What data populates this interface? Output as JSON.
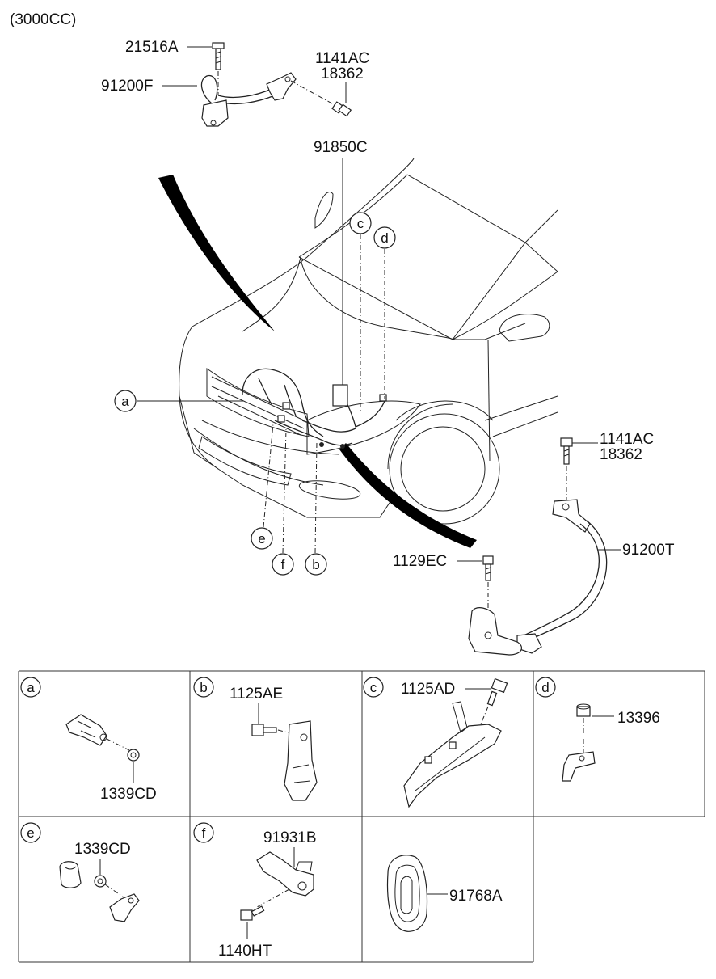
{
  "header": {
    "engine": "(3000CC)"
  },
  "callouts": {
    "p21516A": "21516A",
    "p91200F": "91200F",
    "p1141AC_top": "1141AC",
    "p18362_top": "18362",
    "p91850C": "91850C",
    "p1141AC_right": "1141AC",
    "p18362_right": "18362",
    "p91200T": "91200T",
    "p1129EC": "1129EC"
  },
  "markers": {
    "a": "a",
    "b": "b",
    "c": "c",
    "d": "d",
    "e": "e",
    "f": "f"
  },
  "detail_panels": {
    "a": {
      "letter": "a",
      "part": "1339CD"
    },
    "b": {
      "letter": "b",
      "part": "1125AE"
    },
    "c": {
      "letter": "c",
      "part": "1125AD"
    },
    "d": {
      "letter": "d",
      "part": "13396"
    },
    "e": {
      "letter": "e",
      "part": "1339CD"
    },
    "f": {
      "letter": "f",
      "part_top": "91931B",
      "part_bottom": "1140HT"
    },
    "g": {
      "part": "91768A"
    }
  }
}
